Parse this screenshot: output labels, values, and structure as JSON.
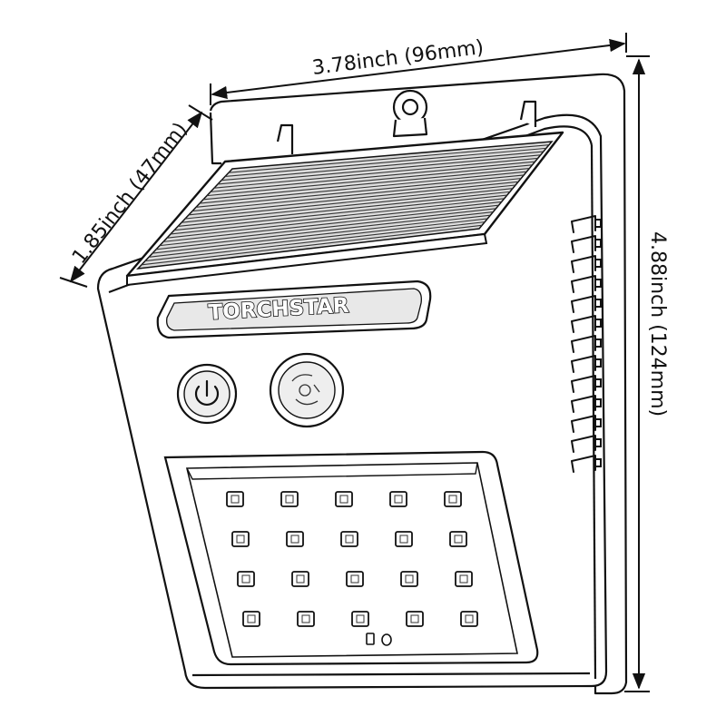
{
  "dimensions": {
    "width_label": "3.78inch (96mm)",
    "depth_label": "1.85inch (47mm)",
    "height_label": "4.88inch (124mm)"
  },
  "brand": {
    "text": "TORCHSTAR"
  },
  "controls": {
    "power_icon": "power-button-icon",
    "sensor_icon": "motion-sensor-icon"
  },
  "led_panel": {
    "rows": 4,
    "columns": 5,
    "indicator_count": 2
  },
  "colors": {
    "line": "#111111",
    "background": "#ffffff"
  }
}
